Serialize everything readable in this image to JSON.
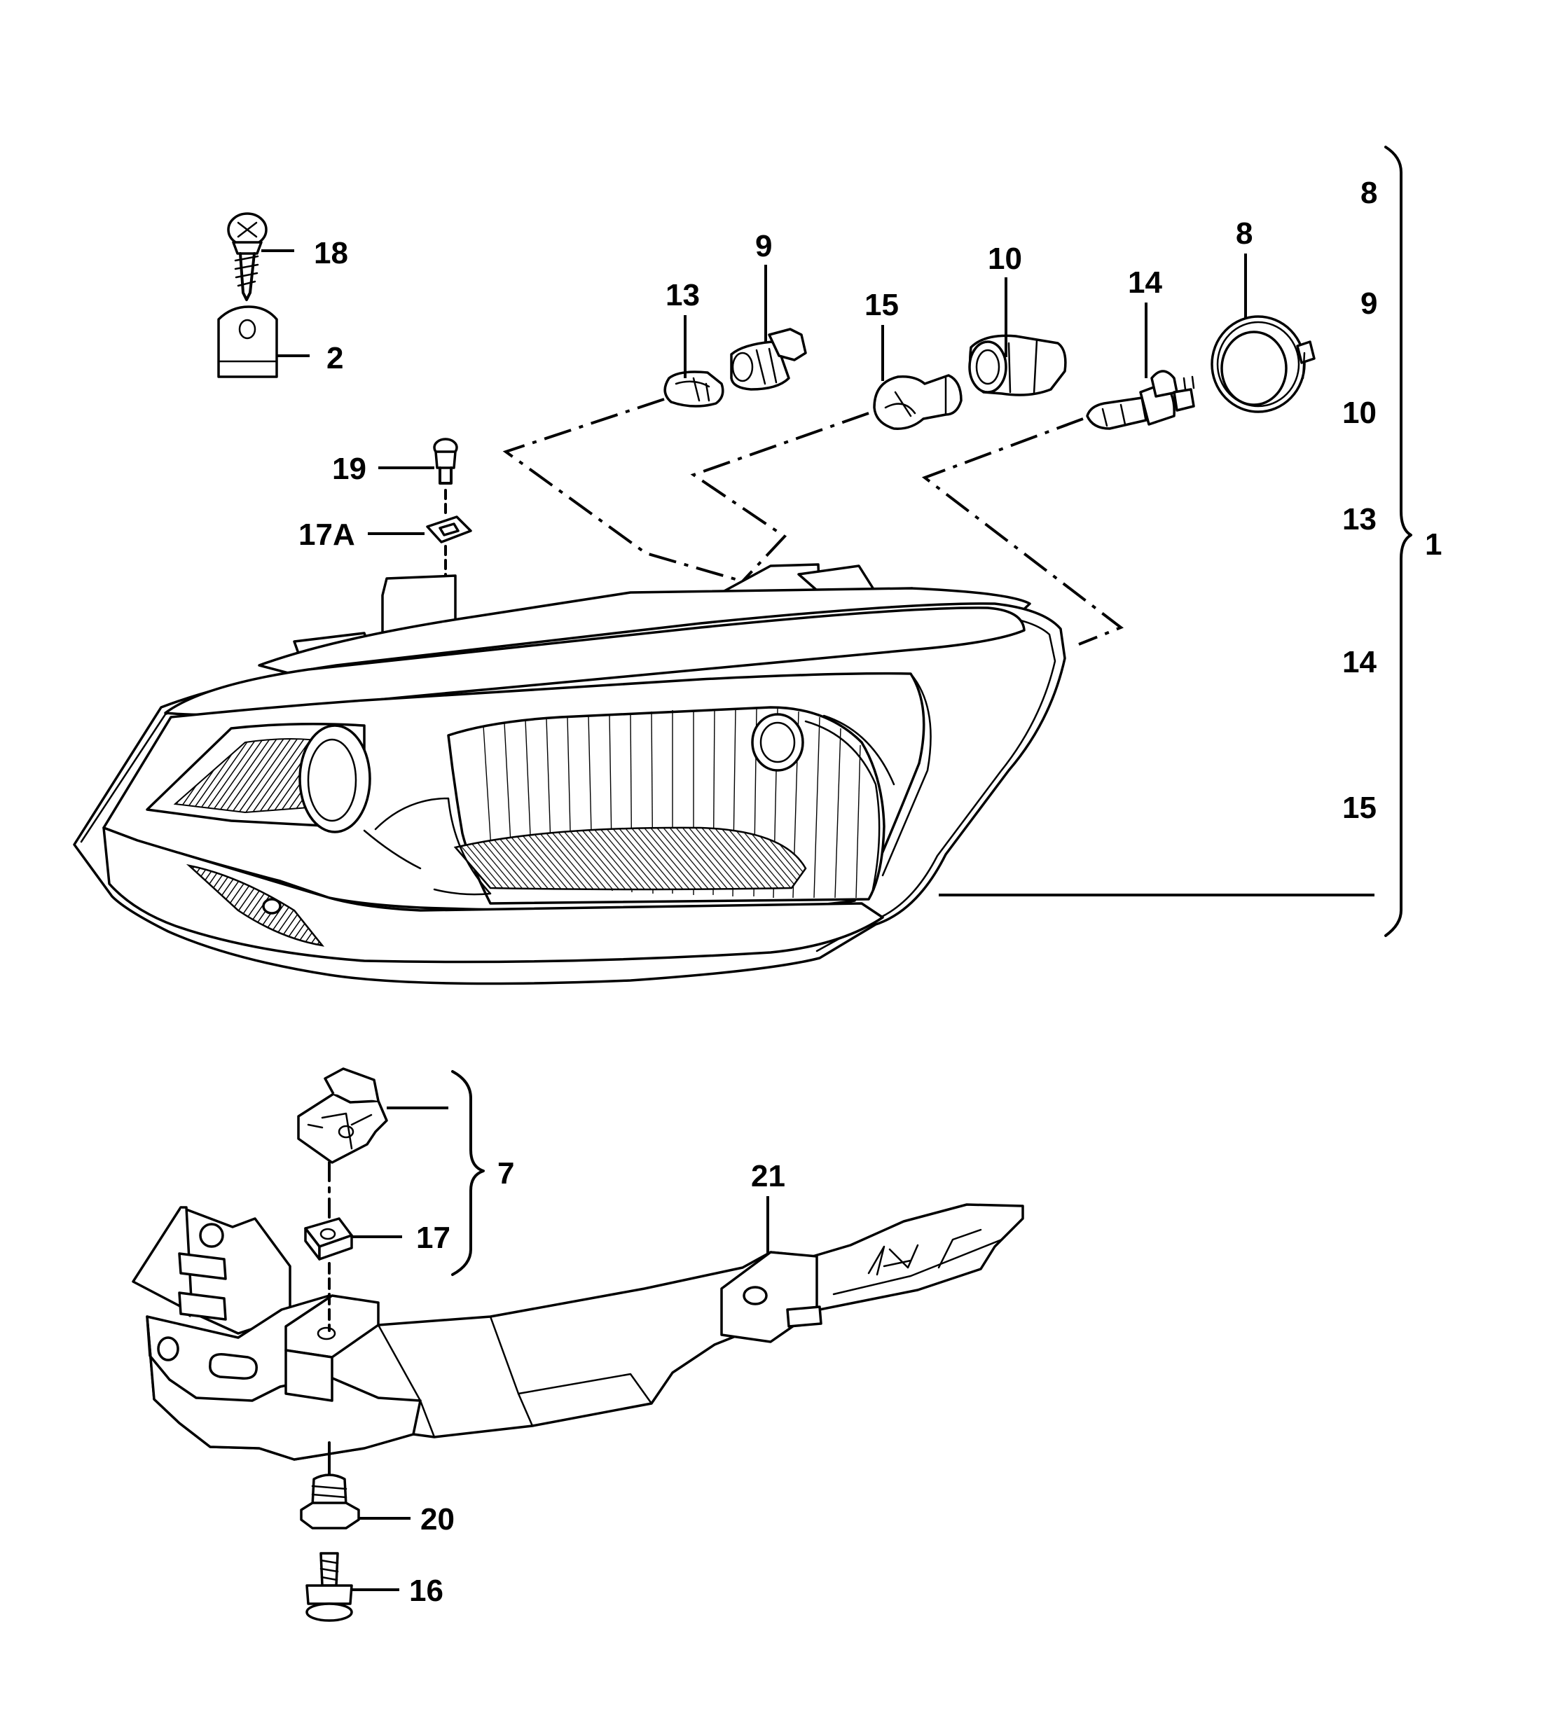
{
  "diagram": {
    "callouts": {
      "c18": "18",
      "c2": "2",
      "c19": "19",
      "c17a": "17A",
      "c13": "13",
      "c9": "9",
      "c15": "15",
      "c10": "10",
      "c14": "14",
      "c8": "8",
      "c7": "7",
      "c17": "17",
      "c21": "21",
      "c20": "20",
      "c16": "16",
      "c1": "1"
    },
    "assembly_list": [
      "8",
      "9",
      "10",
      "13",
      "14",
      "15"
    ]
  }
}
